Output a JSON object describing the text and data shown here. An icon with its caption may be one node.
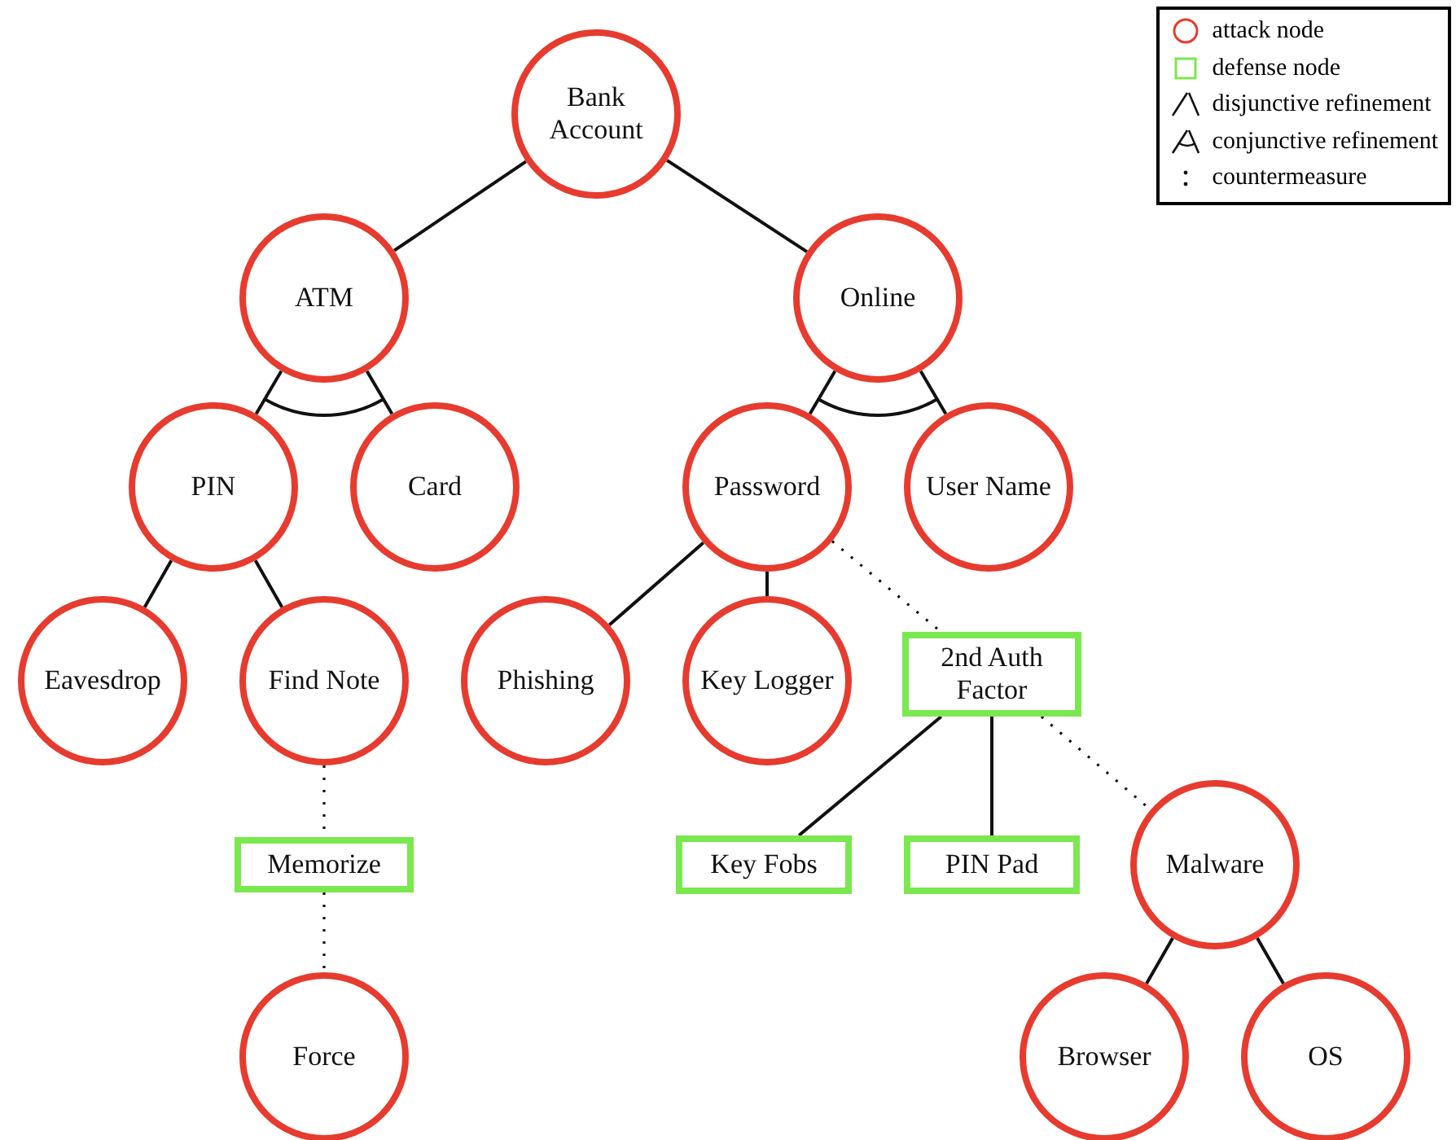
{
  "diagram": {
    "nodes": [
      {
        "text": [
          "Bank Account"
        ]
      },
      {
        "text": [
          "ATM"
        ]
      },
      {
        "text": [
          "Online"
        ]
      },
      {
        "text": [
          "PIN"
        ]
      },
      {
        "text": [
          "Card"
        ]
      },
      {
        "text": [
          "Password"
        ]
      },
      {
        "text": [
          "User Name"
        ]
      },
      {
        "text": [
          "Eavesdrop"
        ]
      },
      {
        "text": [
          "Find Note"
        ]
      },
      {
        "text": [
          "Phishing"
        ]
      },
      {
        "text": [
          "Key Logger"
        ]
      },
      {
        "text": [
          "2nd Auth Factor"
        ]
      },
      {
        "text": [
          "Memorize"
        ]
      },
      {
        "text": [
          "Key Fobs"
        ]
      },
      {
        "text": [
          "PIN Pad"
        ]
      },
      {
        "text": [
          "Malware"
        ]
      },
      {
        "text": [
          "Force"
        ]
      },
      {
        "text": [
          "Browser"
        ]
      },
      {
        "text": [
          "OS"
        ]
      }
    ],
    "edges": [
      {
        "from": 0,
        "to": 1,
        "arrow": "none"
      },
      {
        "from": 0,
        "to": 2,
        "arrow": "none"
      },
      {
        "from": 1,
        "to": 3,
        "arrow": "none"
      },
      {
        "from": 1,
        "to": 4,
        "arrow": "none"
      },
      {
        "from": 2,
        "to": 5,
        "arrow": "none"
      },
      {
        "from": 2,
        "to": 6,
        "arrow": "none"
      },
      {
        "from": 3,
        "to": 7,
        "arrow": "none"
      },
      {
        "from": 3,
        "to": 8,
        "arrow": "none"
      },
      {
        "from": 8,
        "to": 12,
        "arrow": "none",
        "style": "dashed"
      },
      {
        "from": 12,
        "to": 16,
        "arrow": "none",
        "style": "dashed"
      },
      {
        "from": 5,
        "to": 9,
        "arrow": "none"
      },
      {
        "from": 5,
        "to": 10,
        "arrow": "none"
      },
      {
        "from": 5,
        "to": 11,
        "arrow": "none",
        "style": "dashed"
      },
      {
        "from": 11,
        "to": 13,
        "arrow": "none"
      },
      {
        "from": 11,
        "to": 14,
        "arrow": "none"
      },
      {
        "from": 11,
        "to": 15,
        "arrow": "none",
        "style": "dashed"
      },
      {
        "from": 15,
        "to": 17,
        "arrow": "none"
      },
      {
        "from": 15,
        "to": 18,
        "arrow": "none"
      }
    ],
    "legend": [
      {
        "text": "attack node"
      },
      {
        "text": "defense node"
      },
      {
        "text": "disjunctive refinement"
      },
      {
        "text": "conjunctive refinement"
      },
      {
        "text": "countermeasure"
      }
    ]
  }
}
